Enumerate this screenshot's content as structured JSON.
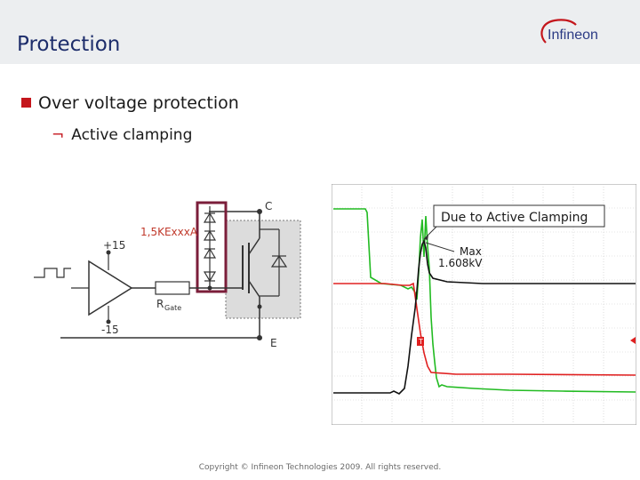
{
  "slide": {
    "title": "Protection",
    "bullet_level1": "Over voltage protection",
    "bullet_level2": "Active clamping",
    "copyright": "Copyright © Infineon Technologies 2009. All rights reserved."
  },
  "logo": {
    "text": "Infineon"
  },
  "schematic": {
    "label_c": "C",
    "label_e": "E",
    "label_tvs": "1,5KExxxA",
    "label_plus": "+15",
    "label_minus": "-15",
    "label_r": "R",
    "label_rsub": "Gate"
  },
  "scope": {
    "annotation": "Due to Active Clamping",
    "max_label": "Max",
    "max_value": "1.608kV",
    "trigger_marker": "T"
  },
  "colors": {
    "title": "#1d2d6b",
    "bullet": "#c4161c",
    "schematic_accent": "#c0392b",
    "clamp_box": "#7b1e3a",
    "trace_green": "#22bb22",
    "trace_red": "#e02020",
    "trace_black": "#111111"
  }
}
